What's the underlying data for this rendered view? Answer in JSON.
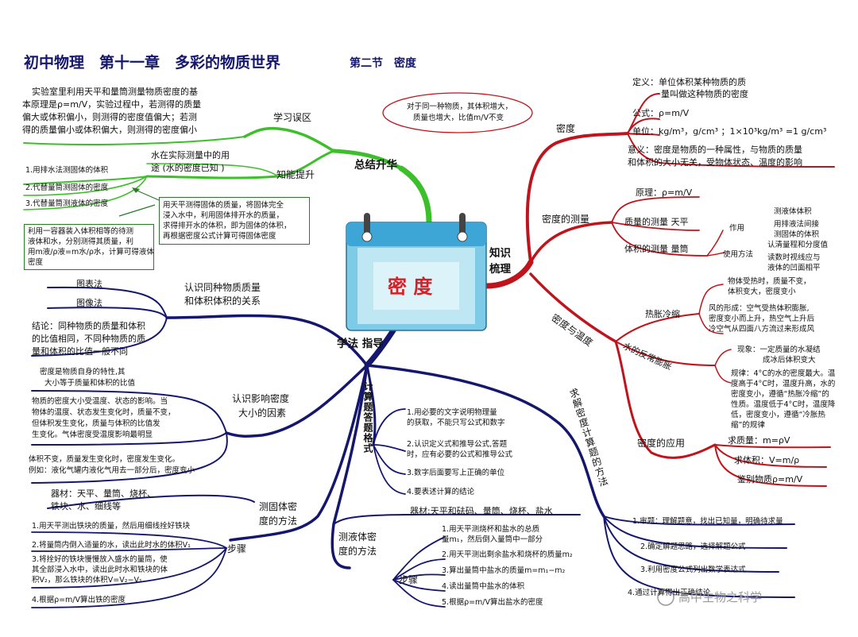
{
  "title": {
    "main": "初中物理　第十一章　多彩的物质世界",
    "sub": "第二节　密度"
  },
  "center": {
    "label": "密 度"
  },
  "ellipse_note": [
    "对于同一种物质，其体积增大，",
    "质量也增大，比值m/V不变"
  ],
  "colors": {
    "red": "#c0141c",
    "green": "#3cbf2a",
    "navy": "#15176e",
    "center_bg": "#57b4dc"
  },
  "branches": {
    "top_left": {
      "label": "总结升华",
      "study_error": {
        "label": "学习误区",
        "text": [
          "实验室里利用天平和量筒测量物质密度的基",
          "本原理是ρ=m/V，实验过程中，若测得的质量",
          "偏大或体积偏小，则测得的密度值偏大；若测",
          "得的质量偏小或体积偏大，则测得的密度偏小"
        ]
      },
      "ability": {
        "label": "知能提升",
        "water_label": [
          "水在实际测量中的用",
          "途 (水的密度已知 )"
        ],
        "items": [
          "1.用排水法测固体的体积",
          "2.代替量筒测固体的密度",
          "3.代替量筒测液体的密度"
        ],
        "note_solid": [
          "用天平测得固体的质量，将固体完全",
          "浸入水中，利用固体排开水的质量，",
          "求得排开水的体积，即为固体的体积，",
          "再根据密度公式计算可得固体密度"
        ],
        "note_liquid": [
          "利用一容器装入体积相等的待测",
          "液体和水，分别测得其质量，利",
          "用m液/ρ液=m水/ρ水，计算可得液体",
          "密度"
        ]
      }
    },
    "right": {
      "label": [
        "知识",
        "梳理"
      ],
      "density": {
        "label": "密度",
        "definition": [
          "定义：单位体积某种物质的质",
          "量叫做这种物质的密度"
        ],
        "formula": "公式：ρ=m/V",
        "unit": "单位：kg/m³，g/cm³ ；1×10³kg/m³ =1 g/cm³",
        "meaning": [
          "意义：密度是物质的一种属性，与物质的质量",
          "和体积的大小无关，受物体状态、温度的影响"
        ]
      },
      "measure": {
        "label": "密度的测量",
        "principle": "原理：ρ=m/V",
        "mass": "质量的测量  天平",
        "volume": "体积的测量  量筒",
        "use_label": "作用",
        "use_items": [
          "测液体体积",
          "用排液法间接",
          "测固体的体积"
        ],
        "method_label": "使用方法",
        "method_items": [
          "认清量程和分度值",
          "读数时视线应与",
          "液体的凹面相平"
        ]
      },
      "temperature": {
        "label": "密度与温度",
        "expansion": "热胀冷缩",
        "expansion_items": [
          "物体受热时，质量不变，",
          "体积变大，密度变小",
          "风的形成：空气受热体积膨胀,",
          "密度变小而上升，热空气上升后",
          "冷空气从四面八方流过来形成风"
        ],
        "anomaly": "水的反常膨胀",
        "phenomenon": [
          "现象：一定质量的水凝结",
          "成冰后体积变大"
        ],
        "rule": [
          "规律：4°C的水的密度最大。温",
          "度高于4°C时，温度升高，水的",
          "密度变小，遵循“热胀冷缩”的",
          "性质。温度低于4°C时，温度降",
          "低，密度变小，遵循“冷胀热",
          "缩”的规律"
        ]
      },
      "application": {
        "label": "密度的应用",
        "items": [
          "求质量：m=ρV",
          "求体积：V=m/ρ",
          "鉴别物质ρ=m/V"
        ]
      }
    },
    "bottom": {
      "label": "学法  指导",
      "relation": {
        "label": [
          "认识同种物质质量",
          "和体积体积的关系"
        ],
        "items": [
          "图表法",
          "图像法"
        ],
        "conclusion": [
          "结论：同种物质的质量和体积",
          "的比值相同，不同种物质的质",
          "量和体积的比值一般不同"
        ]
      },
      "factors": {
        "label": [
          "认识影响密度",
          "大小的因素"
        ],
        "texts": [
          [
            "密度是物质自身的特性,其",
            "大小等于质量和体积的比值"
          ],
          [
            "物质的密度大小受温度、状态的影响。当",
            "物体的温度、状态发生变化时，质量不变，",
            "但体积发生变化，质量与体积的比值发",
            "生变化。气体密度受温度影响最明显"
          ],
          [
            "体积不变，质量发生变化时，密度发生变化。",
            "例如：液化气罐内液化气用去一部分后，密度变小"
          ]
        ]
      },
      "solid": {
        "label": [
          "测固体密",
          "度的方法"
        ],
        "equipment": [
          "器材：天平、量筒、烧杯、",
          "铁块、水、细线等"
        ],
        "steps_label": "步骤",
        "steps": [
          [
            "1.用天平测出铁块的质量，然后用细线拴好铁块"
          ],
          [
            "2.将量筒内倒入适量的水，读出此时水的体积V₁"
          ],
          [
            "3.将拴好的铁块慢慢放入盛水的量筒，使",
            "其全部浸入水中，读出此时水和铁块的体",
            "积V₂，那么铁块的体积V=V₂−V₁"
          ],
          [
            "4.根据ρ=m/V算出铁的密度"
          ]
        ]
      },
      "calc_format": {
        "label": "计算题答题格式",
        "items": [
          [
            "1.用必要的文字说明物理量",
            "的获取，不能只写公式和数字"
          ],
          [
            "2.认识定义式和推导公式,答题",
            "时，应有必要的公式和推导公式"
          ],
          [
            "3.数字后面要写上正确的单位"
          ],
          [
            "4.要表述计算的结论"
          ]
        ]
      },
      "liquid": {
        "label": [
          "测液体密",
          "度的方法"
        ],
        "equipment": "器材:天平和砝码、量筒、烧杯、盐水",
        "steps_label": "步骤",
        "steps": [
          [
            "1.用天平测烧杯和盐水的总质",
            "量m₁，然后倒入量筒中一部分"
          ],
          [
            "2.用天平测出剩余盐水和烧杯的质量m₂"
          ],
          [
            "3.算出量筒中盐水的质量m=m₁−m₂"
          ],
          [
            "4.读出量筒中盐水的体积"
          ],
          [
            "5.根据ρ=m/V算出盐水的密度"
          ]
        ]
      },
      "calc_method": {
        "label": "求解密度计算题的方法",
        "items": [
          "1.审题：理解题意，找出已知量，明确待求量",
          "2.确定解题思路，选择解题公式",
          "3.利用密度公式列出数学表达式",
          "4.通过计算得出正确结论"
        ]
      }
    }
  },
  "watermark": "高中生物之科学"
}
